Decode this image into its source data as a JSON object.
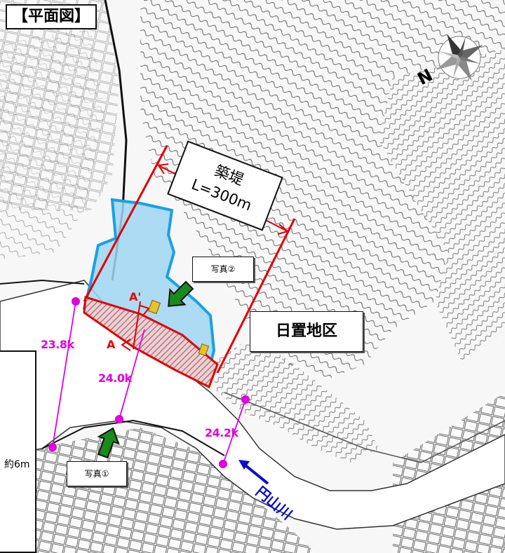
{
  "title": "【平面図】",
  "labels": {
    "levee_line1": "築堤",
    "levee_line2": "L=300m",
    "photo_2": "写真②",
    "photo_1": "写真①",
    "district": "日置地区",
    "section_a_prime": "A'",
    "section_a": "A",
    "depth": "約6m",
    "river": "円山川",
    "north": "N"
  },
  "kilometer_posts": [
    "23.8k",
    "24.0k",
    "24.2k"
  ],
  "colors": {
    "red": "#e00000",
    "magenta": "#e000e0",
    "blue_area": "#9fd6f2",
    "blue_border": "#1aa0e6",
    "green_arrow": "#1a8a1a",
    "river_label": "#0a0ad0"
  }
}
